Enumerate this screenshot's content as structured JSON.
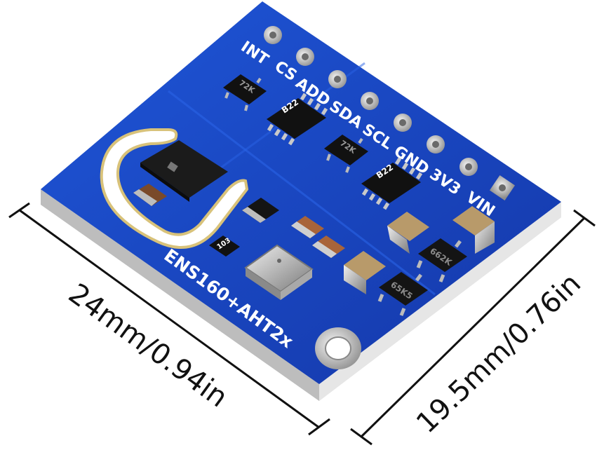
{
  "board": {
    "name": "ENS160+AHT2x",
    "pins": [
      "INT",
      "CS",
      "ADD",
      "SDA",
      "SCL",
      "GND",
      "3V3",
      "VIN"
    ],
    "chip_marks": {
      "sot_top": "72K",
      "sot_middle": "72K",
      "resistor_array_top": "B22",
      "resistor_array_middle": "B22",
      "sot_right": "662K",
      "sot_bottom": "65K5",
      "small_smd": "103"
    },
    "colors": {
      "pcb": "#1846c8",
      "silkscreen": "#ffffff",
      "pad": "#cfcfcf"
    }
  },
  "dimensions": {
    "width_label": "24mm/0.94in",
    "height_label": "19.5mm/0.76in"
  }
}
